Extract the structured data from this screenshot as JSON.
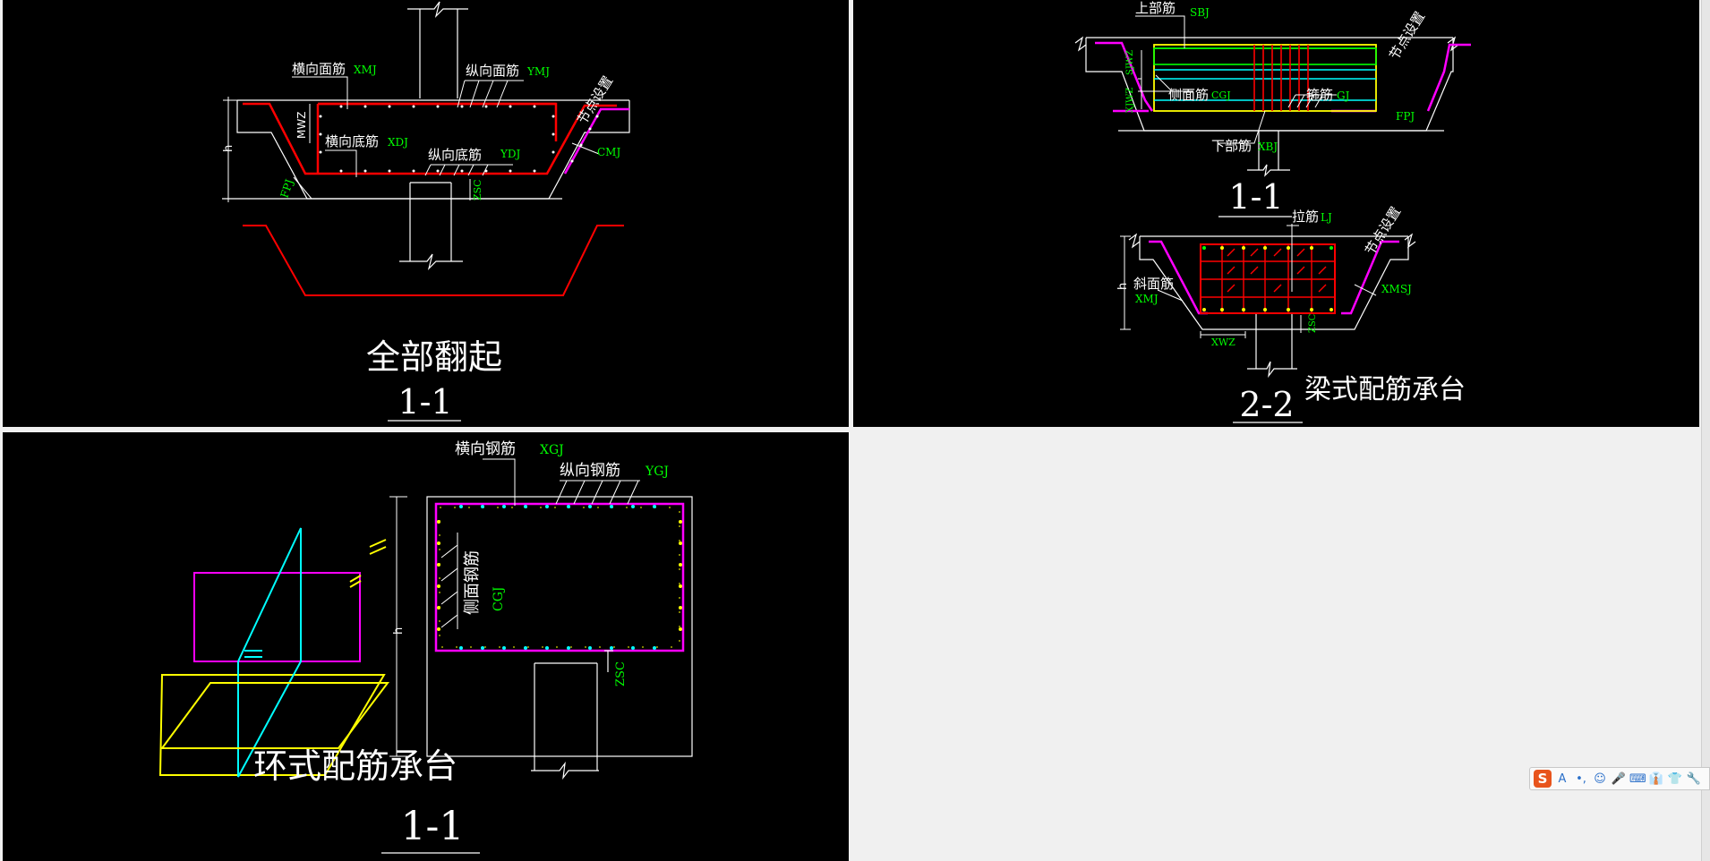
{
  "panel1": {
    "label_transverse_top": "横向面筋",
    "code_transverse_top": "XMJ",
    "label_longitudinal_top": "纵向面筋",
    "code_longitudinal_top": "YMJ",
    "label_node": "节点设置",
    "label_mwz": "MWZ",
    "label_transverse_bottom": "横向底筋",
    "code_transverse_bottom": "XDJ",
    "label_longitudinal_bottom": "纵向底筋",
    "code_longitudinal_bottom": "YDJ",
    "code_cmj": "CMJ",
    "label_h": "h",
    "code_fpj": "FPJ",
    "code_zsc": "ZSC",
    "title": "全部翻起",
    "section": "1-1"
  },
  "panel2": {
    "label_top_bar": "上部筋",
    "code_top_bar": "SBJ",
    "label_node": "节点设置",
    "label_xjwz": "XJWZ",
    "label_sjwz": "SJWZ",
    "label_side_bar": "侧面筋",
    "code_side_bar": "CGJ",
    "label_stirrup": "箍筋",
    "code_stirrup": "GJ",
    "code_fpj": "FPJ",
    "label_bottom_bar": "下部筋",
    "code_bottom_bar": "XBJ",
    "section_top": "1-1",
    "label_tie": "拉筋",
    "code_tie": "LJ",
    "label_h": "h",
    "label_slope_bar": "斜面筋",
    "code_slope_bar": "XMJ",
    "code_xmsj": "XMSJ",
    "code_xwz": "XWZ",
    "code_zsc": "ZSC",
    "section_bottom": "2-2",
    "title": "梁式配筋承台"
  },
  "panel3": {
    "label_transverse_bar": "横向钢筋",
    "code_transverse_bar": "XGJ",
    "label_longitudinal_bar": "纵向钢筋",
    "code_longitudinal_bar": "YGJ",
    "label_h": "h",
    "label_side_bar": "侧面钢筋",
    "code_side_bar": "CGJ",
    "code_zsc": "ZSC",
    "title": "环式配筋承台",
    "section": "1-1"
  },
  "ime": {
    "logo": "S",
    "items": [
      "A",
      "•,",
      "☺",
      "🎤",
      "⌨",
      "👔",
      "👕",
      "🔧"
    ]
  },
  "colors": {
    "white": "#ffffff",
    "green": "#00ff00",
    "red": "#ff0000",
    "magenta": "#ff00ff",
    "cyan": "#00ffff",
    "yellow": "#ffff00",
    "panel_bg": "#000000",
    "workspace_bg": "#f0f0f0"
  }
}
